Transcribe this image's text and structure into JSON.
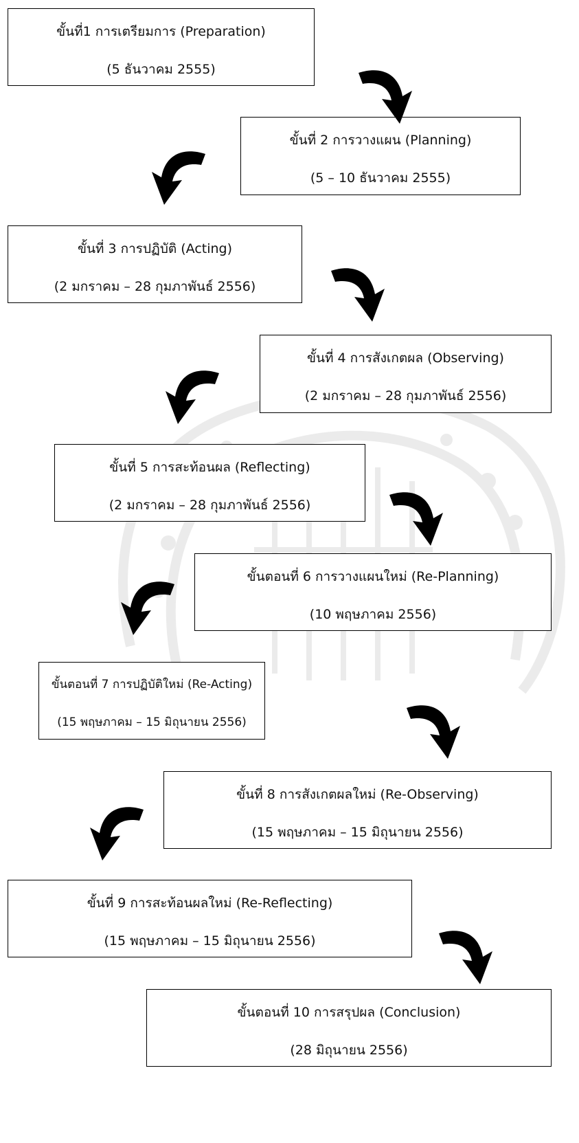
{
  "steps": [
    {
      "title": "ขั้นที่1 การเตรียมการ (Preparation)",
      "date": "(5 ธันวาคม 2555)"
    },
    {
      "title": "ขั้นที่ 2 การวางแผน (Planning)",
      "date": "(5 – 10 ธันวาคม 2555)"
    },
    {
      "title": "ขั้นที่ 3 การปฏิบัติ (Acting)",
      "date": "(2 มกราคม – 28 กุมภาพันธ์ 2556)"
    },
    {
      "title": "ขั้นที่ 4 การสังเกตผล (Observing)",
      "date": "(2 มกราคม – 28 กุมภาพันธ์ 2556)"
    },
    {
      "title": "ขั้นที่ 5 การสะท้อนผล (Reflecting)",
      "date": "(2 มกราคม – 28 กุมภาพันธ์ 2556)"
    },
    {
      "title": "ขั้นตอนที่ 6 การวางแผนใหม่ (Re-Planning)",
      "date": "(10 พฤษภาคม 2556)"
    },
    {
      "title": "ขั้นตอนที่ 7 การปฏิบัติใหม่ (Re-Acting)",
      "date": "(15 พฤษภาคม – 15 มิถุนายน 2556)"
    },
    {
      "title": "ขั้นที่ 8 การสังเกตผลใหม่ (Re-Observing)",
      "date": "(15 พฤษภาคม – 15 มิถุนายน 2556)"
    },
    {
      "title": "ขั้นที่ 9 การสะท้อนผลใหม่ (Re-Reflecting)",
      "date": "(15 พฤษภาคม – 15 มิถุนายน 2556)"
    },
    {
      "title": "ขั้นตอนที่ 10 การสรุปผล (Conclusion)",
      "date": "(28 มิถุนายน 2556)"
    }
  ],
  "arrows": [
    {
      "icon": "curved-arrow-down-right-icon",
      "direction": "right"
    },
    {
      "icon": "curved-arrow-down-left-icon",
      "direction": "left"
    },
    {
      "icon": "curved-arrow-down-right-icon",
      "direction": "right"
    },
    {
      "icon": "curved-arrow-down-left-icon",
      "direction": "left"
    },
    {
      "icon": "curved-arrow-down-right-icon",
      "direction": "right"
    },
    {
      "icon": "curved-arrow-down-left-icon",
      "direction": "left"
    },
    {
      "icon": "curved-arrow-down-right-icon",
      "direction": "right"
    },
    {
      "icon": "curved-arrow-down-left-icon",
      "direction": "left"
    },
    {
      "icon": "curved-arrow-down-right-icon",
      "direction": "right"
    }
  ],
  "colors": {
    "border": "#000000",
    "arrow": "#000000",
    "watermark": "#9a9a9a"
  }
}
